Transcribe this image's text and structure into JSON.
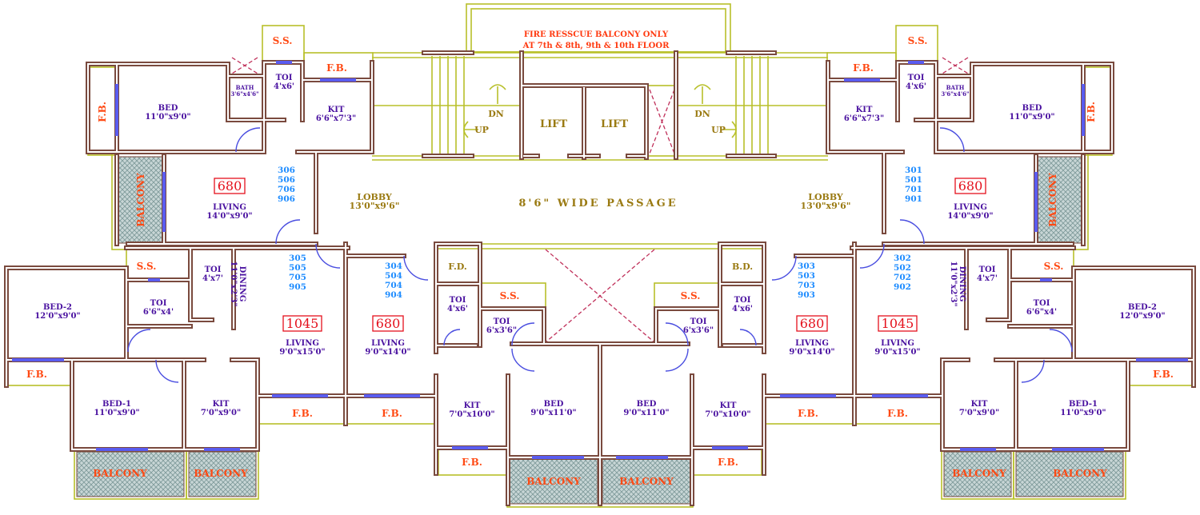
{
  "colors": {
    "wall": "#7a4a3e",
    "window": "#5a5cf0",
    "room_text": "#4a12a0",
    "fb_text": "#ff4a14",
    "unit_text": "#1e8cff",
    "area_text": "#e4101c",
    "core_text": "#9a7a12"
  },
  "core": {
    "fire_line1": "FIRE RESSCUE BALCONY ONLY",
    "fire_line2": "AT 7th & 8th, 9th & 10th FLOOR",
    "passage": "8'6\" WIDE PASSAGE",
    "lift_left": "LIFT",
    "lift_right": "LIFT",
    "dn_left": "DN",
    "up_left": "UP",
    "dn_right": "DN",
    "up_right": "UP"
  },
  "labels": [
    {
      "id": "fb-ul",
      "kind": "fb",
      "rot": -90,
      "lines": [
        "F.B."
      ]
    },
    {
      "id": "ss-ul",
      "kind": "fb",
      "lines": [
        "S.S."
      ]
    },
    {
      "id": "fb-ul2",
      "kind": "fb",
      "lines": [
        "F.B."
      ]
    },
    {
      "id": "toi-ul",
      "kind": "room",
      "lines": [
        "TOI",
        "4'x6'"
      ]
    },
    {
      "id": "bath-ul",
      "kind": "small",
      "lines": [
        "BATH",
        "3'6\"x4'6\""
      ]
    },
    {
      "id": "bed-ul",
      "kind": "room",
      "lines": [
        "BED",
        "11'0\"x9'0\""
      ]
    },
    {
      "id": "kit-ul",
      "kind": "room",
      "lines": [
        "KIT",
        "6'6\"x7'3\""
      ]
    },
    {
      "id": "balcony-ul",
      "kind": "fb",
      "rot": -90,
      "lines": [
        "BALCONY"
      ]
    },
    {
      "id": "living-ul",
      "kind": "room",
      "lines": [
        "LIVING",
        "14'0\"x9'0\""
      ]
    },
    {
      "id": "lobby-l",
      "kind": "olive",
      "lines": [
        "LOBBY",
        "13'0\"x9'6\""
      ]
    },
    {
      "id": "ss-ll",
      "kind": "fb",
      "lines": [
        "S.S."
      ]
    },
    {
      "id": "toi-ll1",
      "kind": "room",
      "lines": [
        "TOI",
        "4'x7'"
      ]
    },
    {
      "id": "toi-ll2",
      "kind": "room",
      "lines": [
        "TOI",
        "6'6\"x4'"
      ]
    },
    {
      "id": "bed2-ll",
      "kind": "room",
      "lines": [
        "BED-2",
        "12'0\"x9'0\""
      ]
    },
    {
      "id": "dining-ll",
      "kind": "room",
      "rot": 90,
      "lines": [
        "DINING",
        "11'0\"x2'3\""
      ]
    },
    {
      "id": "living-ll",
      "kind": "room",
      "lines": [
        "LIVING",
        "9'0\"x15'0\""
      ]
    },
    {
      "id": "fb-ll",
      "kind": "fb",
      "lines": [
        "F.B."
      ]
    },
    {
      "id": "bed1-ll",
      "kind": "room",
      "lines": [
        "BED-1",
        "11'0\"x9'0\""
      ]
    },
    {
      "id": "kit-ll",
      "kind": "room",
      "lines": [
        "KIT",
        "7'0\"x9'0\""
      ]
    },
    {
      "id": "balc-ll1",
      "kind": "fb",
      "lines": [
        "BALCONY"
      ]
    },
    {
      "id": "balc-ll2",
      "kind": "fb",
      "lines": [
        "BALCONY"
      ]
    },
    {
      "id": "fb-ll2",
      "kind": "fb",
      "lines": [
        "F.B."
      ]
    },
    {
      "id": "living-lc",
      "kind": "room",
      "lines": [
        "LIVING",
        "9'0\"x14'0\""
      ]
    },
    {
      "id": "fb-lc",
      "kind": "fb",
      "lines": [
        "F.B."
      ]
    },
    {
      "id": "fd-lc",
      "kind": "olive",
      "lines": [
        "F.D."
      ]
    },
    {
      "id": "toi-lc1",
      "kind": "room",
      "lines": [
        "TOI",
        "4'x6'"
      ]
    },
    {
      "id": "ss-lc",
      "kind": "fb",
      "lines": [
        "S.S."
      ]
    },
    {
      "id": "toi-lc2",
      "kind": "room",
      "lines": [
        "TOI",
        "6'x3'6\""
      ]
    },
    {
      "id": "kit-lc",
      "kind": "room",
      "lines": [
        "KIT",
        "7'0\"x10'0\""
      ]
    },
    {
      "id": "bed-lc",
      "kind": "room",
      "lines": [
        "BED",
        "9'0\"x11'0\""
      ]
    },
    {
      "id": "fb-lc2",
      "kind": "fb",
      "lines": [
        "F.B."
      ]
    },
    {
      "id": "balc-lc",
      "kind": "fb",
      "lines": [
        "BALCONY"
      ]
    },
    {
      "id": "fb-ur",
      "kind": "fb",
      "rot": -90,
      "lines": [
        "F.B."
      ]
    },
    {
      "id": "ss-ur",
      "kind": "fb",
      "lines": [
        "S.S."
      ]
    },
    {
      "id": "fb-ur2",
      "kind": "fb",
      "lines": [
        "F.B."
      ]
    },
    {
      "id": "toi-ur",
      "kind": "room",
      "lines": [
        "TOI",
        "4'x6'"
      ]
    },
    {
      "id": "bath-ur",
      "kind": "small",
      "lines": [
        "BATH",
        "3'6\"x4'6\""
      ]
    },
    {
      "id": "bed-ur",
      "kind": "room",
      "lines": [
        "BED",
        "11'0\"x9'0\""
      ]
    },
    {
      "id": "kit-ur",
      "kind": "room",
      "lines": [
        "KIT",
        "6'6\"x7'3\""
      ]
    },
    {
      "id": "balcony-ur",
      "kind": "fb",
      "rot": -90,
      "lines": [
        "BALCONY"
      ]
    },
    {
      "id": "living-ur",
      "kind": "room",
      "lines": [
        "LIVING",
        "14'0\"x9'0\""
      ]
    },
    {
      "id": "lobby-r",
      "kind": "olive",
      "lines": [
        "LOBBY",
        "13'0\"x9'6\""
      ]
    },
    {
      "id": "ss-lr",
      "kind": "fb",
      "lines": [
        "S.S."
      ]
    },
    {
      "id": "toi-lr1",
      "kind": "room",
      "lines": [
        "TOI",
        "4'x7'"
      ]
    },
    {
      "id": "toi-lr2",
      "kind": "room",
      "lines": [
        "TOI",
        "6'6\"x4'"
      ]
    },
    {
      "id": "bed2-lr",
      "kind": "room",
      "lines": [
        "BED-2",
        "12'0\"x9'0\""
      ]
    },
    {
      "id": "dining-lr",
      "kind": "room",
      "rot": 90,
      "lines": [
        "DINING",
        "11'0\"x2'3\""
      ]
    },
    {
      "id": "living-lr",
      "kind": "room",
      "lines": [
        "LIVING",
        "9'0\"x15'0\""
      ]
    },
    {
      "id": "fb-lr",
      "kind": "fb",
      "lines": [
        "F.B."
      ]
    },
    {
      "id": "bed1-lr",
      "kind": "room",
      "lines": [
        "BED-1",
        "11'0\"x9'0\""
      ]
    },
    {
      "id": "kit-lr",
      "kind": "room",
      "lines": [
        "KIT",
        "7'0\"x9'0\""
      ]
    },
    {
      "id": "balc-lr1",
      "kind": "fb",
      "lines": [
        "BALCONY"
      ]
    },
    {
      "id": "balc-lr2",
      "kind": "fb",
      "lines": [
        "BALCONY"
      ]
    },
    {
      "id": "fb-lr2",
      "kind": "fb",
      "lines": [
        "F.B."
      ]
    },
    {
      "id": "living-rc",
      "kind": "room",
      "lines": [
        "LIVING",
        "9'0\"x14'0\""
      ]
    },
    {
      "id": "fb-rc",
      "kind": "fb",
      "lines": [
        "F.B."
      ]
    },
    {
      "id": "bd-rc",
      "kind": "olive",
      "lines": [
        "B.D."
      ]
    },
    {
      "id": "toi-rc1",
      "kind": "room",
      "lines": [
        "TOI",
        "4'x6'"
      ]
    },
    {
      "id": "ss-rc",
      "kind": "fb",
      "lines": [
        "S.S."
      ]
    },
    {
      "id": "toi-rc2",
      "kind": "room",
      "lines": [
        "TOI",
        "6'x3'6\""
      ]
    },
    {
      "id": "kit-rc",
      "kind": "room",
      "lines": [
        "KIT",
        "7'0\"x10'0\""
      ]
    },
    {
      "id": "bed-rc",
      "kind": "room",
      "lines": [
        "BED",
        "9'0\"x11'0\""
      ]
    },
    {
      "id": "fb-rc2",
      "kind": "fb",
      "lines": [
        "F.B."
      ]
    },
    {
      "id": "balc-rc",
      "kind": "fb",
      "lines": [
        "BALCONY"
      ]
    }
  ],
  "areas": [
    {
      "id": "area-306",
      "value": "680"
    },
    {
      "id": "area-305",
      "value": "1045"
    },
    {
      "id": "area-304",
      "value": "680"
    },
    {
      "id": "area-303",
      "value": "680"
    },
    {
      "id": "area-302",
      "value": "1045"
    },
    {
      "id": "area-301",
      "value": "680"
    }
  ],
  "units": [
    {
      "id": "units-306",
      "numbers": [
        "306",
        "506",
        "706",
        "906"
      ]
    },
    {
      "id": "units-305",
      "numbers": [
        "305",
        "505",
        "705",
        "905"
      ]
    },
    {
      "id": "units-304",
      "numbers": [
        "304",
        "504",
        "704",
        "904"
      ]
    },
    {
      "id": "units-303",
      "numbers": [
        "303",
        "503",
        "703",
        "903"
      ]
    },
    {
      "id": "units-302",
      "numbers": [
        "302",
        "502",
        "702",
        "902"
      ]
    },
    {
      "id": "units-301",
      "numbers": [
        "301",
        "501",
        "701",
        "901"
      ]
    }
  ]
}
